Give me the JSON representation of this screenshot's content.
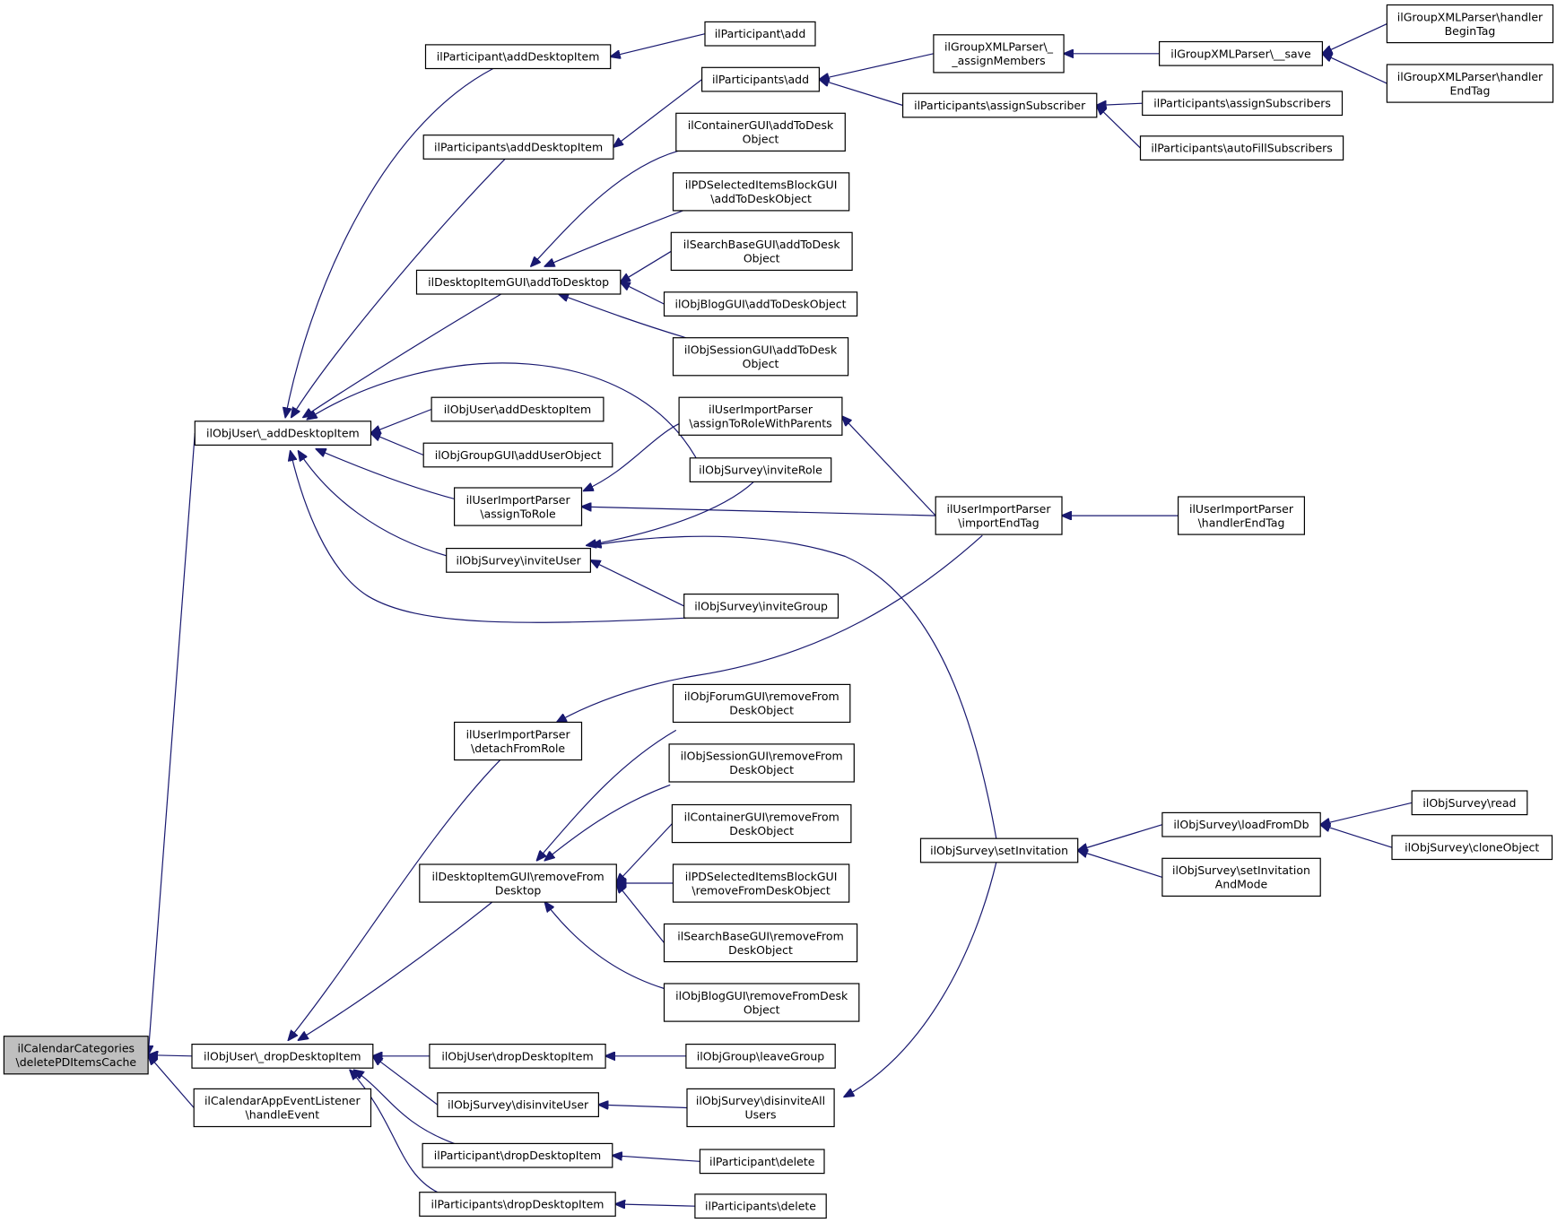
{
  "nodes": [
    {
      "id": "root",
      "lines": [
        "ilCalendarCategories",
        "\\deletePDItemsCache"
      ],
      "root": true
    },
    {
      "id": "u_add",
      "lines": [
        "ilObjUser\\_addDesktopItem"
      ]
    },
    {
      "id": "u_drop",
      "lines": [
        "ilObjUser\\_dropDesktopItem"
      ]
    },
    {
      "id": "calev",
      "lines": [
        "ilCalendarAppEventListener",
        "\\handleEvent"
      ]
    },
    {
      "id": "part_adi",
      "lines": [
        "ilParticipant\\addDesktopItem"
      ]
    },
    {
      "id": "parts_adi",
      "lines": [
        "ilParticipants\\addDesktopItem"
      ]
    },
    {
      "id": "dig_add",
      "lines": [
        "ilDesktopItemGUI\\addToDesktop"
      ]
    },
    {
      "id": "u_adi",
      "lines": [
        "ilObjUser\\addDesktopItem"
      ]
    },
    {
      "id": "grp_auo",
      "lines": [
        "ilObjGroupGUI\\addUserObject"
      ]
    },
    {
      "id": "uip_atr",
      "lines": [
        "ilUserImportParser",
        "\\assignToRole"
      ]
    },
    {
      "id": "sv_invu",
      "lines": [
        "ilObjSurvey\\inviteUser"
      ]
    },
    {
      "id": "uip_dfr",
      "lines": [
        "ilUserImportParser",
        "\\detachFromRole"
      ]
    },
    {
      "id": "dig_rem",
      "lines": [
        "ilDesktopItemGUI\\removeFrom",
        "Desktop"
      ]
    },
    {
      "id": "u_ddi",
      "lines": [
        "ilObjUser\\dropDesktopItem"
      ]
    },
    {
      "id": "sv_disu",
      "lines": [
        "ilObjSurvey\\disinviteUser"
      ]
    },
    {
      "id": "part_ddi",
      "lines": [
        "ilParticipant\\dropDesktopItem"
      ]
    },
    {
      "id": "parts_ddi",
      "lines": [
        "ilParticipants\\dropDesktopItem"
      ]
    },
    {
      "id": "part_add",
      "lines": [
        "ilParticipant\\add"
      ]
    },
    {
      "id": "parts_add",
      "lines": [
        "ilParticipants\\add"
      ]
    },
    {
      "id": "cont_atd",
      "lines": [
        "ilContainerGUI\\addToDesk",
        "Object"
      ]
    },
    {
      "id": "pdsel_atd",
      "lines": [
        "ilPDSelectedItemsBlockGUI",
        "\\addToDeskObject"
      ]
    },
    {
      "id": "srch_atd",
      "lines": [
        "ilSearchBaseGUI\\addToDesk",
        "Object"
      ]
    },
    {
      "id": "blog_atd",
      "lines": [
        "ilObjBlogGUI\\addToDeskObject"
      ]
    },
    {
      "id": "sess_atd",
      "lines": [
        "ilObjSessionGUI\\addToDesk",
        "Object"
      ]
    },
    {
      "id": "uip_atrwp",
      "lines": [
        "ilUserImportParser",
        "\\assignToRoleWithParents"
      ]
    },
    {
      "id": "sv_invr",
      "lines": [
        "ilObjSurvey\\inviteRole"
      ]
    },
    {
      "id": "sv_invg",
      "lines": [
        "ilObjSurvey\\inviteGroup"
      ]
    },
    {
      "id": "forum_rfd",
      "lines": [
        "ilObjForumGUI\\removeFrom",
        "DeskObject"
      ]
    },
    {
      "id": "sess_rfd",
      "lines": [
        "ilObjSessionGUI\\removeFrom",
        "DeskObject"
      ]
    },
    {
      "id": "cont_rfd",
      "lines": [
        "ilContainerGUI\\removeFrom",
        "DeskObject"
      ]
    },
    {
      "id": "pdsel_rfd",
      "lines": [
        "ilPDSelectedItemsBlockGUI",
        "\\removeFromDeskObject"
      ]
    },
    {
      "id": "srch_rfd",
      "lines": [
        "ilSearchBaseGUI\\removeFrom",
        "DeskObject"
      ]
    },
    {
      "id": "blog_rfd",
      "lines": [
        "ilObjBlogGUI\\removeFromDesk",
        "Object"
      ]
    },
    {
      "id": "grp_leave",
      "lines": [
        "ilObjGroup\\leaveGroup"
      ]
    },
    {
      "id": "sv_disall",
      "lines": [
        "ilObjSurvey\\disinviteAll",
        "Users"
      ]
    },
    {
      "id": "part_del",
      "lines": [
        "ilParticipant\\delete"
      ]
    },
    {
      "id": "parts_del",
      "lines": [
        "ilParticipants\\delete"
      ]
    },
    {
      "id": "gxp_am",
      "lines": [
        "ilGroupXMLParser\\_",
        "_assignMembers"
      ]
    },
    {
      "id": "parts_as",
      "lines": [
        "ilParticipants\\assignSubscriber"
      ]
    },
    {
      "id": "uip_iet",
      "lines": [
        "ilUserImportParser",
        "\\importEndTag"
      ]
    },
    {
      "id": "sv_setinv",
      "lines": [
        "ilObjSurvey\\setInvitation"
      ]
    },
    {
      "id": "gxp_save",
      "lines": [
        "ilGroupXMLParser\\__save"
      ]
    },
    {
      "id": "parts_ass",
      "lines": [
        "ilParticipants\\assignSubscribers"
      ]
    },
    {
      "id": "parts_afs",
      "lines": [
        "ilParticipants\\autoFillSubscribers"
      ]
    },
    {
      "id": "uip_het",
      "lines": [
        "ilUserImportParser",
        "\\handlerEndTag"
      ]
    },
    {
      "id": "sv_lfd",
      "lines": [
        "ilObjSurvey\\loadFromDb"
      ]
    },
    {
      "id": "sv_setinvm",
      "lines": [
        "ilObjSurvey\\setInvitation",
        "AndMode"
      ]
    },
    {
      "id": "gxp_hbt",
      "lines": [
        "ilGroupXMLParser\\handler",
        "BeginTag"
      ]
    },
    {
      "id": "gxp_het",
      "lines": [
        "ilGroupXMLParser\\handler",
        "EndTag"
      ]
    },
    {
      "id": "sv_read",
      "lines": [
        "ilObjSurvey\\read"
      ]
    },
    {
      "id": "sv_clone",
      "lines": [
        "ilObjSurvey\\cloneObject"
      ]
    }
  ],
  "edges": [
    [
      "u_add",
      "root"
    ],
    [
      "u_drop",
      "root"
    ],
    [
      "calev",
      "root"
    ],
    [
      "part_adi",
      "u_add"
    ],
    [
      "parts_adi",
      "u_add"
    ],
    [
      "dig_add",
      "u_add"
    ],
    [
      "u_adi",
      "u_add"
    ],
    [
      "grp_auo",
      "u_add"
    ],
    [
      "uip_atr",
      "u_add"
    ],
    [
      "sv_invu",
      "u_add"
    ],
    [
      "sv_invr",
      "u_add"
    ],
    [
      "sv_invg",
      "u_add"
    ],
    [
      "uip_dfr",
      "u_drop"
    ],
    [
      "dig_rem",
      "u_drop"
    ],
    [
      "u_ddi",
      "u_drop"
    ],
    [
      "sv_disu",
      "u_drop"
    ],
    [
      "part_ddi",
      "u_drop"
    ],
    [
      "parts_ddi",
      "u_drop"
    ],
    [
      "part_add",
      "part_adi"
    ],
    [
      "parts_add",
      "parts_adi"
    ],
    [
      "cont_atd",
      "dig_add"
    ],
    [
      "pdsel_atd",
      "dig_add"
    ],
    [
      "srch_atd",
      "dig_add"
    ],
    [
      "blog_atd",
      "dig_add"
    ],
    [
      "sess_atd",
      "dig_add"
    ],
    [
      "uip_atrwp",
      "uip_atr"
    ],
    [
      "uip_iet",
      "uip_atr"
    ],
    [
      "sv_invr",
      "sv_invu"
    ],
    [
      "sv_invg",
      "sv_invu"
    ],
    [
      "sv_setinv",
      "sv_invu"
    ],
    [
      "uip_iet",
      "uip_dfr"
    ],
    [
      "forum_rfd",
      "dig_rem"
    ],
    [
      "sess_rfd",
      "dig_rem"
    ],
    [
      "cont_rfd",
      "dig_rem"
    ],
    [
      "pdsel_rfd",
      "dig_rem"
    ],
    [
      "srch_rfd",
      "dig_rem"
    ],
    [
      "blog_rfd",
      "dig_rem"
    ],
    [
      "grp_leave",
      "u_ddi"
    ],
    [
      "sv_disall",
      "sv_disu"
    ],
    [
      "part_del",
      "part_ddi"
    ],
    [
      "parts_del",
      "parts_ddi"
    ],
    [
      "gxp_am",
      "parts_add"
    ],
    [
      "parts_as",
      "parts_add"
    ],
    [
      "uip_iet",
      "uip_atrwp"
    ],
    [
      "sv_setinv",
      "sv_disall"
    ],
    [
      "gxp_save",
      "gxp_am"
    ],
    [
      "parts_ass",
      "parts_as"
    ],
    [
      "parts_afs",
      "parts_as"
    ],
    [
      "uip_het",
      "uip_iet"
    ],
    [
      "sv_lfd",
      "sv_setinv"
    ],
    [
      "sv_setinvm",
      "sv_setinv"
    ],
    [
      "gxp_hbt",
      "gxp_save"
    ],
    [
      "gxp_het",
      "gxp_save"
    ],
    [
      "sv_read",
      "sv_lfd"
    ],
    [
      "sv_clone",
      "sv_lfd"
    ]
  ],
  "colors": {
    "edge": "#191970",
    "root_fill": "#bfbfbf",
    "node_fill": "#ffffff",
    "border": "#000000"
  }
}
